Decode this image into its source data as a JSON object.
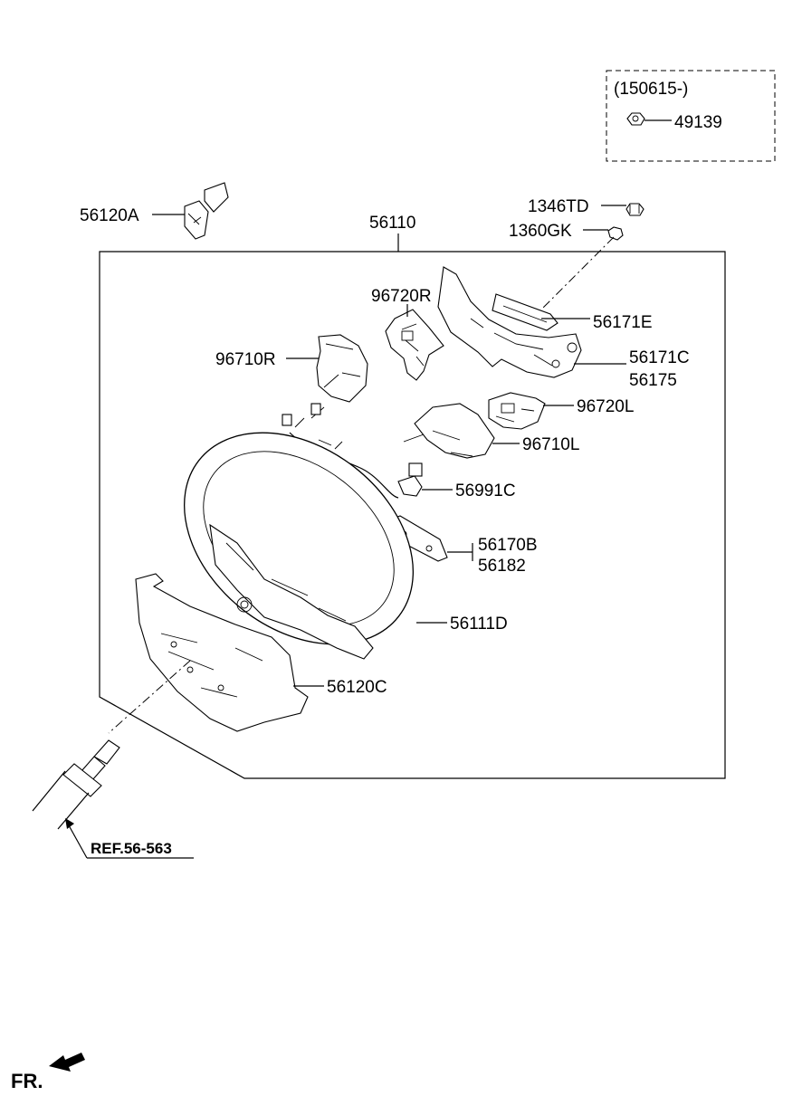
{
  "labels": {
    "p_56120A": "56120A",
    "p_56110": "56110",
    "p_1346TD": "1346TD",
    "p_1360GK": "1360GK",
    "p_96720R": "96720R",
    "p_56171E": "56171E",
    "p_96710R": "96710R",
    "p_56171C": "56171C",
    "p_56175": "56175",
    "p_96720L": "96720L",
    "p_96710L": "96710L",
    "p_56991C": "56991C",
    "p_56170B": "56170B",
    "p_56182": "56182",
    "p_56111D": "56111D",
    "p_56120C": "56120C",
    "ref": "REF.56-563",
    "fr": "FR."
  },
  "variant_box": {
    "date_range": "(150615-)",
    "part": "49139"
  }
}
